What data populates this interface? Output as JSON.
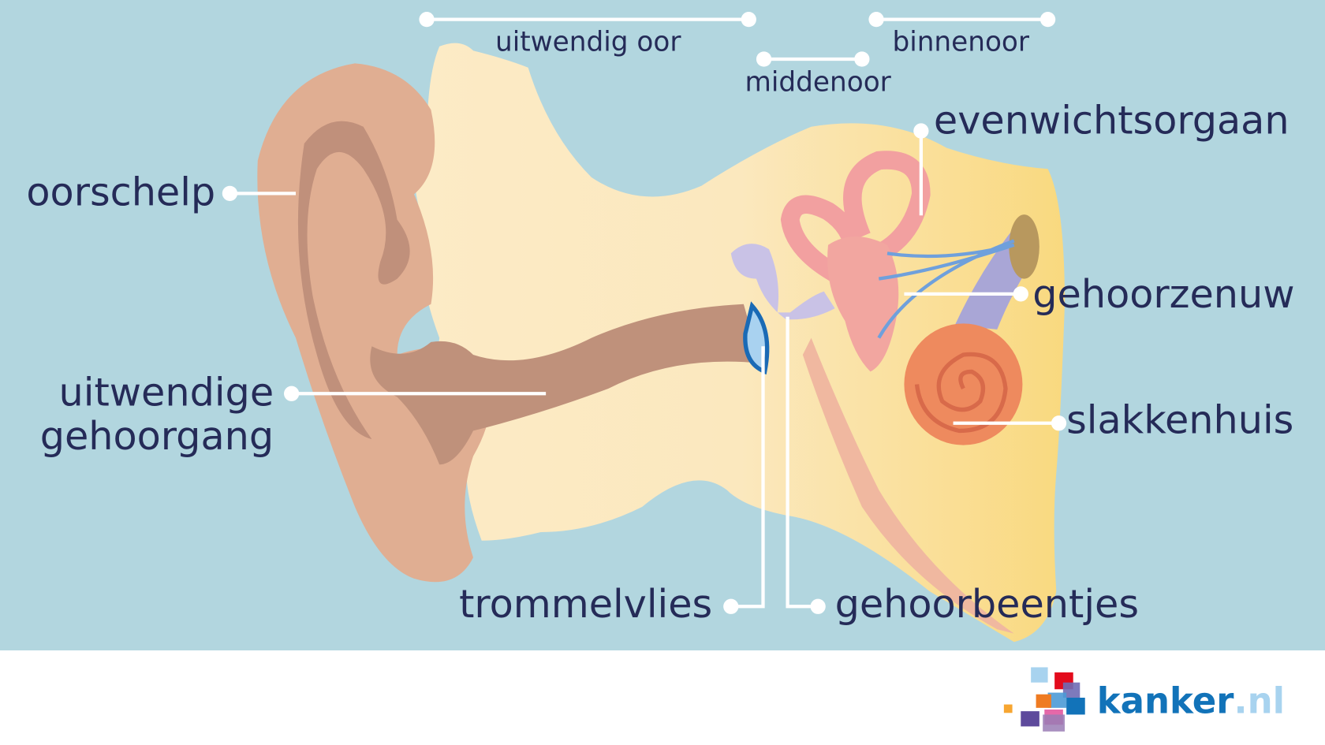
{
  "labels": {
    "uitwendig_oor": "uitwendig oor",
    "middenoor": "middenoor",
    "binnenoor": "binnenoor",
    "evenwichtsorgaan": "evenwichtsorgaan",
    "oorschelp": "oorschelp",
    "gehoorzenuw": "gehoorzenuw",
    "uitwendige_gehoorgang_1": "uitwendige",
    "uitwendige_gehoorgang_2": "gehoorgang",
    "slakkenhuis": "slakkenhuis",
    "trommelvlies": "trommelvlies",
    "gehoorbeentjes": "gehoorbeentjes"
  },
  "logo": {
    "name": "kanker",
    "tld": ".nl"
  },
  "colors": {
    "background": "#b2d6df",
    "label_text": "#252b58",
    "skin": "#e0ae92",
    "bone": "#fcebc4",
    "logo_blue": "#1273b9"
  }
}
